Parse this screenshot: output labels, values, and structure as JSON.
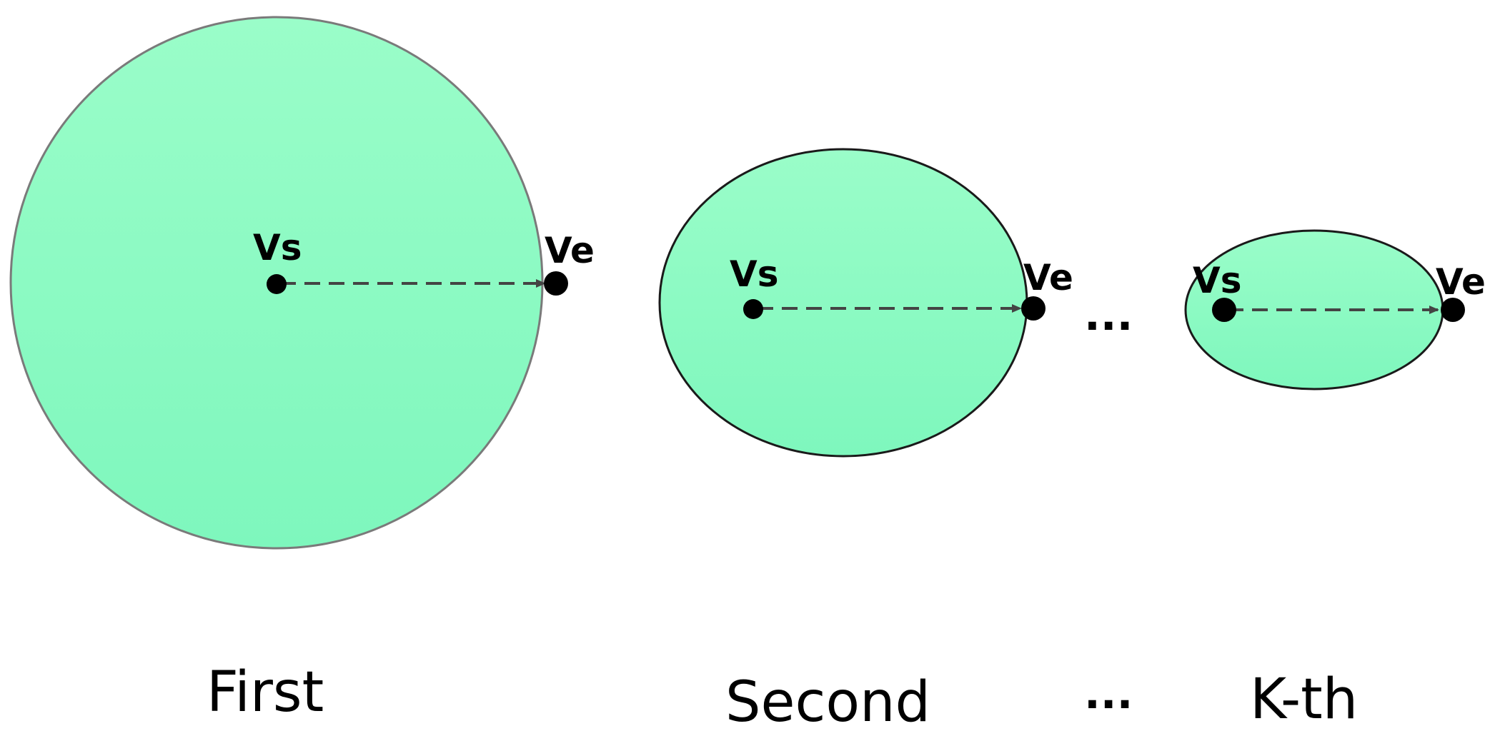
{
  "stages": [
    {
      "id": "first",
      "caption": "First",
      "start_label": "Vs",
      "end_label": "Ve"
    },
    {
      "id": "second",
      "caption": "Second",
      "start_label": "Vs",
      "end_label": "Ve"
    },
    {
      "id": "kth",
      "caption": "K-th",
      "start_label": "Vs",
      "end_label": "Ve"
    }
  ],
  "ellipsis": "...",
  "colors": {
    "region_fill_top": "#9afdc9",
    "region_fill_bottom": "#7ef7bd",
    "region_stroke": "#333333",
    "arrow": "#444444",
    "node": "#000000"
  }
}
